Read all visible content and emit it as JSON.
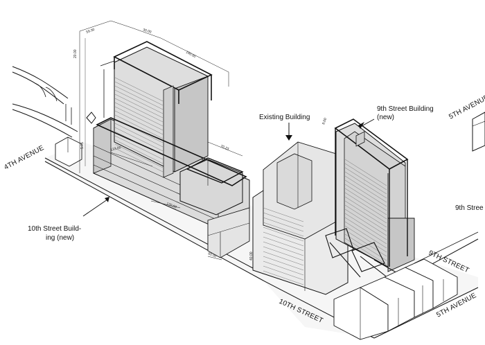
{
  "labels": {
    "existing_building": "Existing Building",
    "ninth_street_building_line1": "9th Street Building",
    "ninth_street_building_line2": "(new)",
    "tenth_street_building_line1": "10th Street Build-",
    "tenth_street_building_line2": "ing (new)",
    "fifth_avenue_top": "5TH AVENUE",
    "ninth_street_cut": "9th Stree"
  },
  "streets": {
    "fourth_avenue": "4TH AVENUE",
    "tenth_street": "10TH STREET",
    "ninth_street": "9TH STREET",
    "fifth_avenue": "5TH AVENUE"
  },
  "dimensions": {
    "d1": "59.30",
    "d2": "30.00",
    "d3": "150.00",
    "d4": "20.00",
    "d5": "70.23",
    "d6": "120.00",
    "d7": "133.00",
    "d8": "60.00",
    "d9": "40.00",
    "d10": "8.00",
    "d11": "5.75"
  },
  "colors": {
    "line": "#111111",
    "tower_fill": "#dedede",
    "tower_dark": "#c4c4c4",
    "existing_fill": "#ebebeb",
    "ground": "#f6f6f6"
  }
}
